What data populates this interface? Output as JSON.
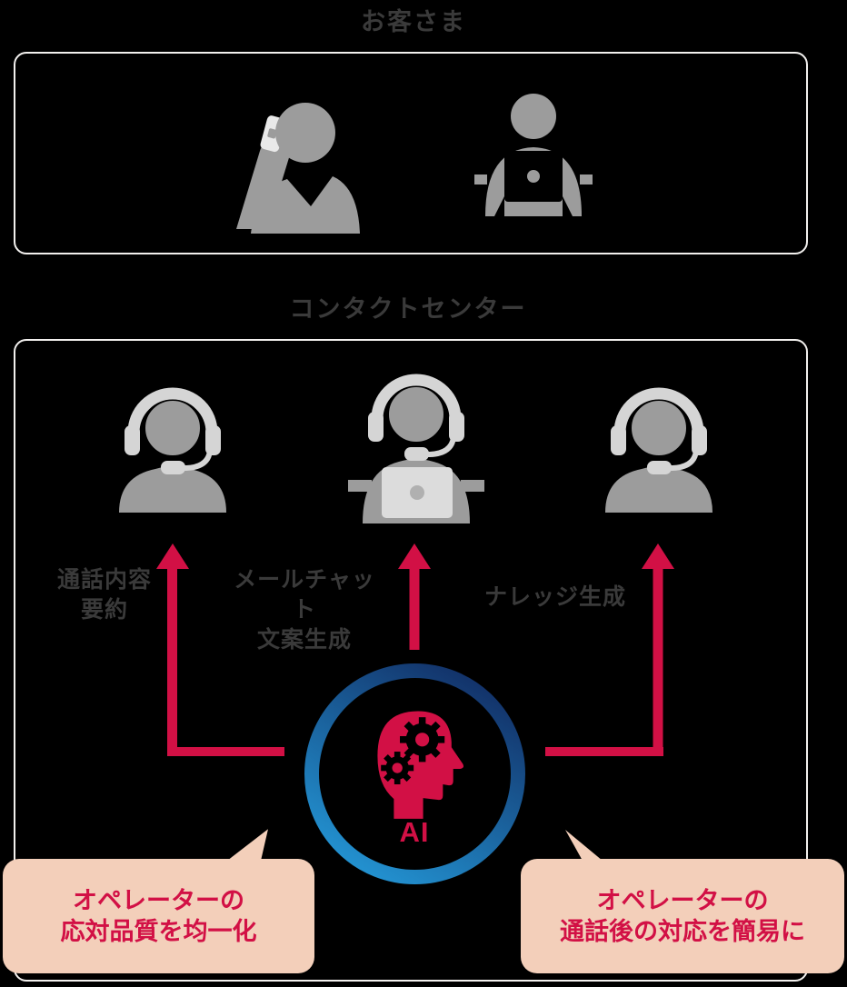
{
  "colors": {
    "background": "#000000",
    "box_border": "#f2f0ee",
    "label_gray": "#3a3a3a",
    "icon_gray": "#9c9c9c",
    "icon_light": "#d5d5d5",
    "phone_light": "#e9e9e9",
    "laptop_lid": "#dcdcdc",
    "laptop_dot": "#b0b0b0",
    "accent_crimson": "#d21045",
    "ring_gradient_start": "#122f66",
    "ring_gradient_end": "#2395d4",
    "callout_bg": "#f3cfba"
  },
  "customer_section": {
    "title": "お客さま",
    "icons": [
      "phone-person-icon",
      "laptop-person-icon"
    ]
  },
  "contact_center_section": {
    "title": "コンタクトセンター",
    "icons": [
      "operator-headset-icon",
      "operator-headset-laptop-icon",
      "operator-headset-icon"
    ]
  },
  "ai_functions": [
    {
      "label_lines": [
        "通話内容",
        "要約"
      ]
    },
    {
      "label_lines": [
        "メールチャット",
        "文案生成"
      ]
    },
    {
      "label_lines": [
        "ナレッジ生成"
      ]
    }
  ],
  "ai": {
    "label": "AI",
    "icon": "head-with-gears-icon"
  },
  "callouts": {
    "left": {
      "lines": [
        "オペレーターの",
        "応対品質を均一化"
      ]
    },
    "right": {
      "lines": [
        "オペレーターの",
        "通話後の対応を簡易に"
      ]
    }
  }
}
